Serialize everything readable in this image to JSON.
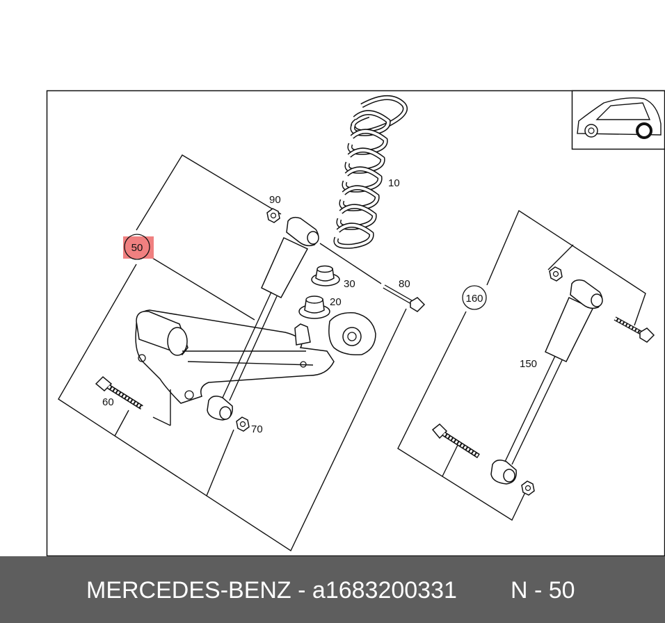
{
  "callouts": {
    "c10": "10",
    "c20": "20",
    "c30": "30",
    "c50": "50",
    "c60": "60",
    "c70": "70",
    "c80": "80",
    "c90": "90",
    "c150": "150",
    "c160": "160"
  },
  "highlight_color": "#f08080",
  "icons": {
    "vehicle": "car-rear-wheel-icon"
  },
  "footer": {
    "title": "MERCEDES-BENZ - a1683200331",
    "code": "N - 50",
    "background": "#5e5e5e"
  }
}
